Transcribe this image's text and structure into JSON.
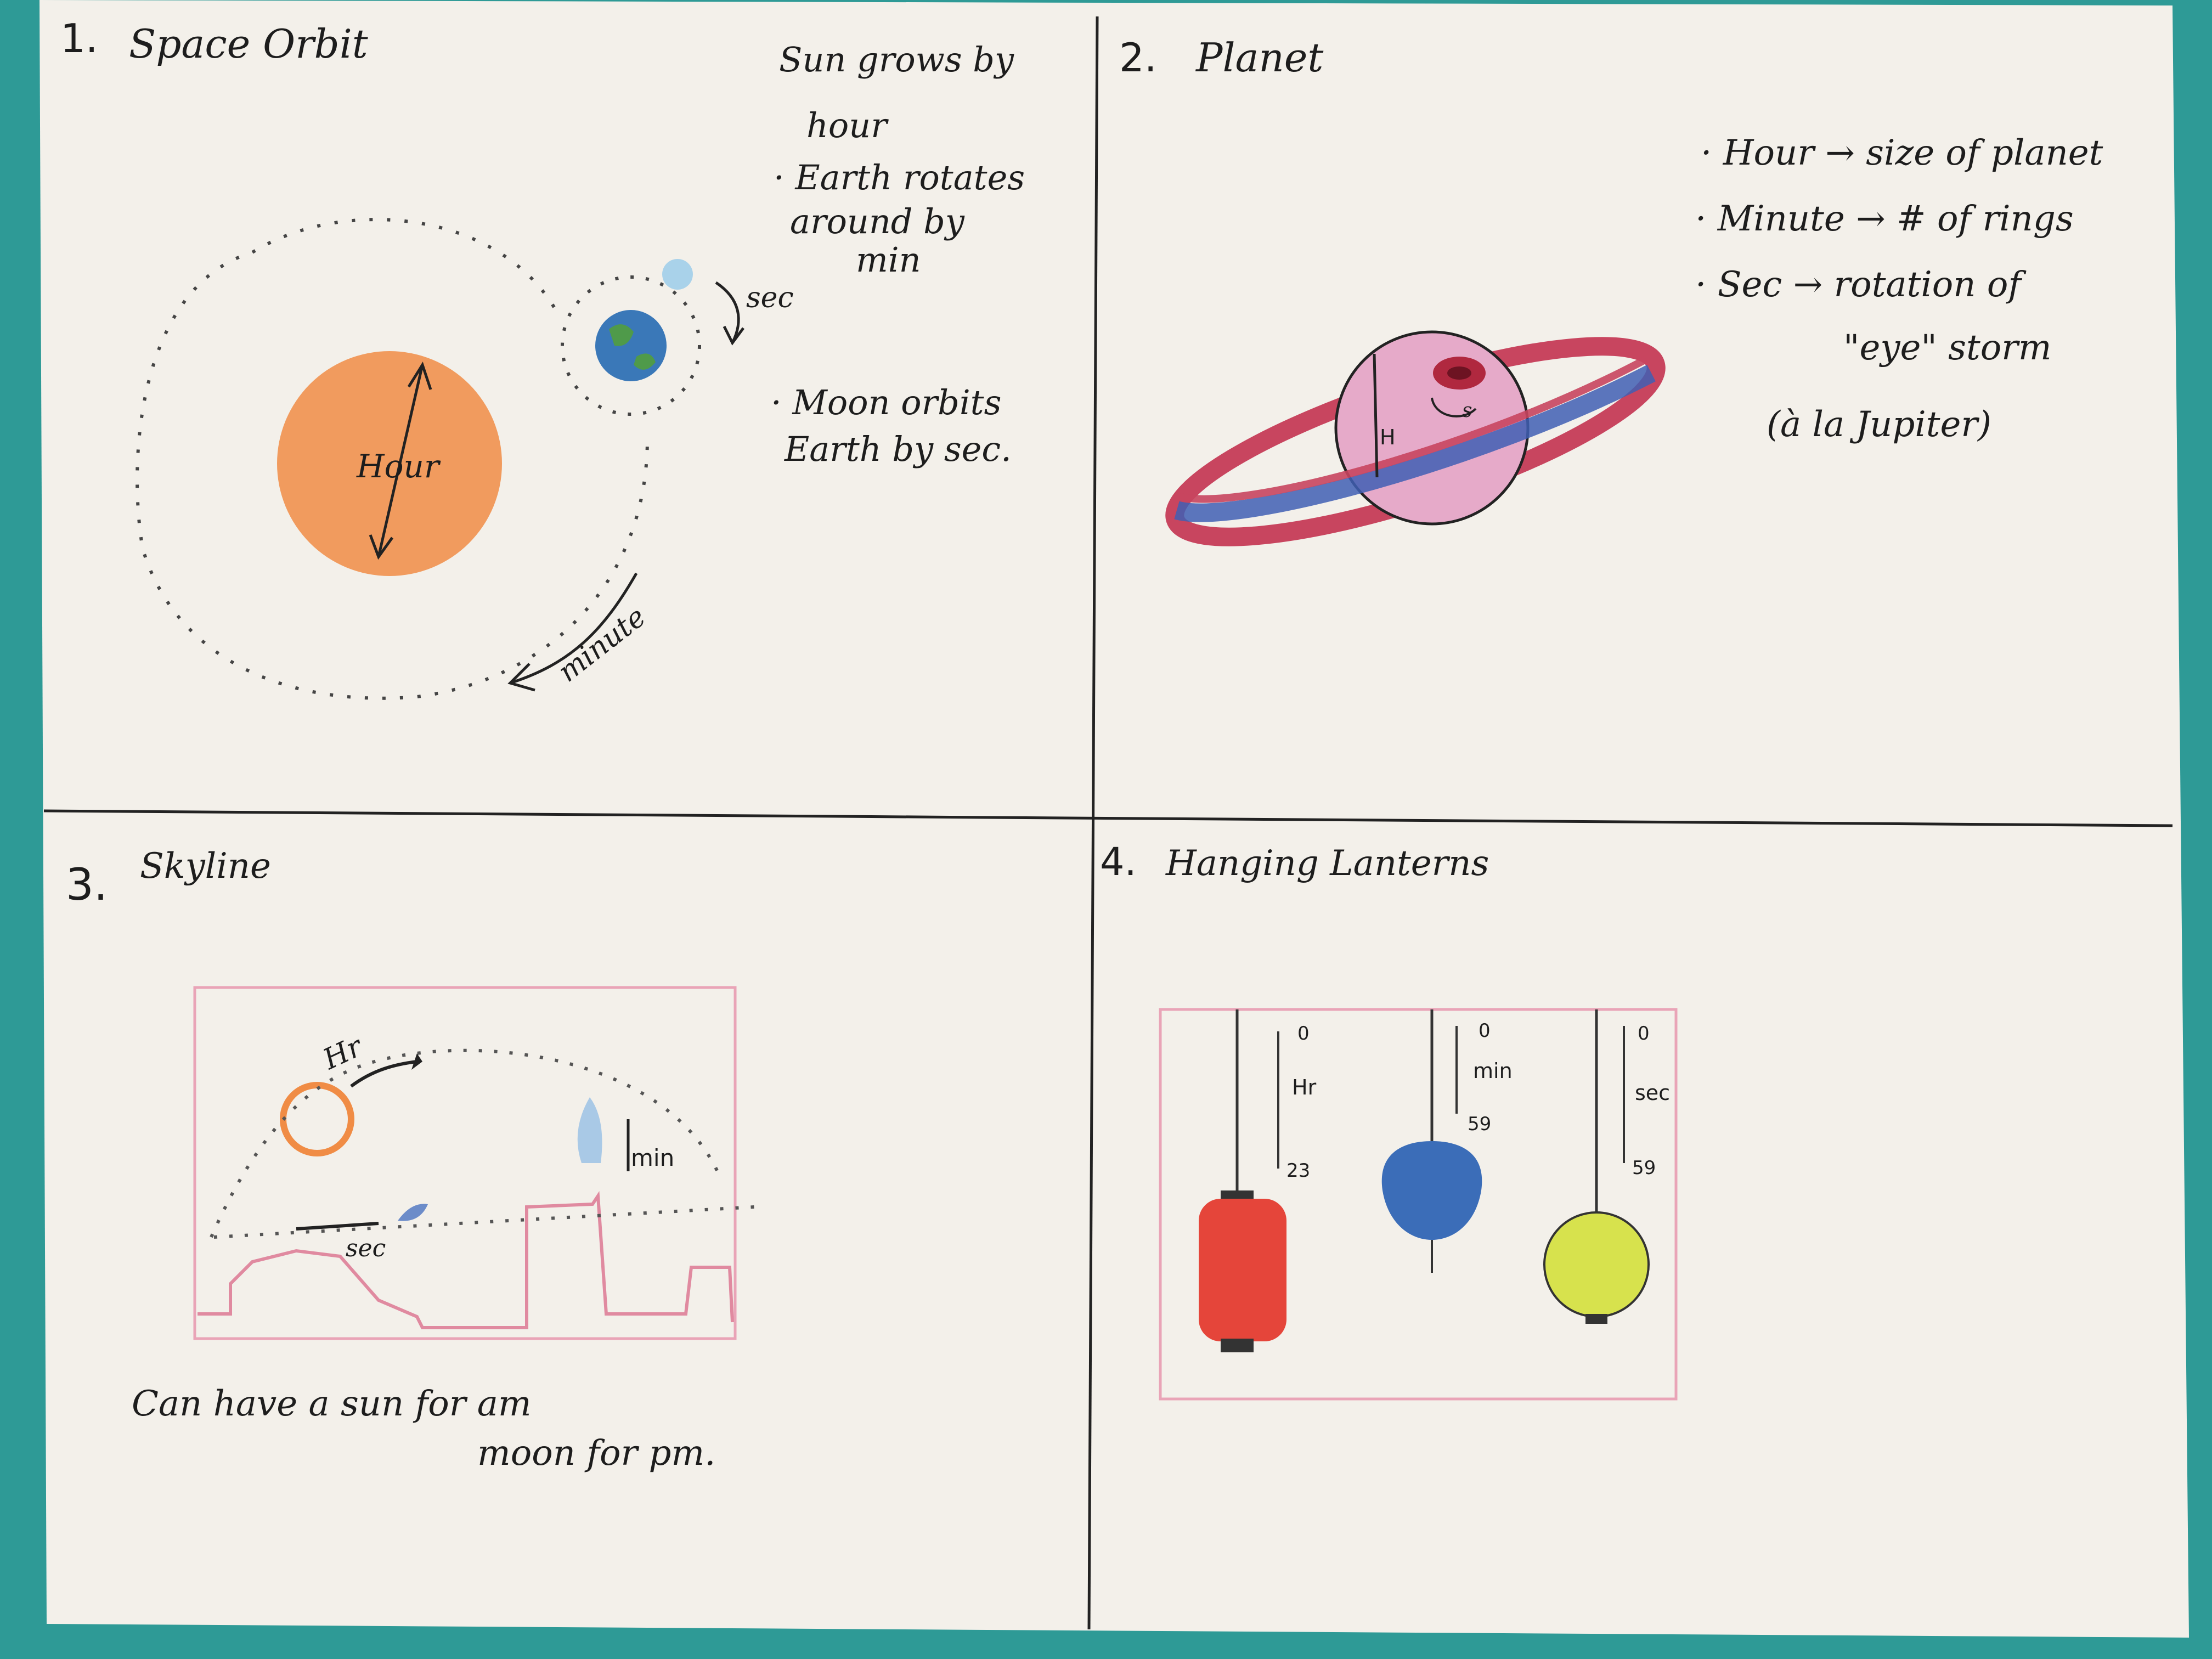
{
  "colors": {
    "background": "#2e9a96",
    "paper": "#f3f0ea",
    "sun": "#f08c45",
    "earth": "#3a78b8",
    "planet": "#e6aac9",
    "ring": "#c8455f",
    "lantern_red": "#e5453a",
    "lantern_blue": "#3b6db8",
    "lantern_yellow": "#d7e24d",
    "frame_pink": "#e9a4b7"
  },
  "panels": [
    {
      "number": "1.",
      "title": "Space Orbit",
      "notes": [
        "Sun grows by",
        "hour",
        "· Earth rotates",
        "around by",
        "min",
        "· Moon orbits",
        "Earth by sec."
      ],
      "labels": {
        "sun": "Hour",
        "moon_arrow": "sec",
        "orbit_arrow": "minute"
      }
    },
    {
      "number": "2.",
      "title": "Planet",
      "notes": [
        "· Hour → size of planet",
        "· Minute → # of rings",
        "· Sec → rotation of",
        "\"eye\" storm",
        "(à la Jupiter)"
      ],
      "labels": {
        "height": "H",
        "storm": "s"
      }
    },
    {
      "number": "3.",
      "title": "Skyline",
      "labels": {
        "hour": "Hr",
        "minute": "min",
        "second": "sec"
      },
      "caption": [
        "Can have a sun for am",
        "moon for pm."
      ]
    },
    {
      "number": "4.",
      "title": "Hanging Lanterns",
      "scales": [
        {
          "top": "0",
          "unit": "Hr",
          "bottom": "23"
        },
        {
          "top": "0",
          "unit": "min",
          "bottom": "59"
        },
        {
          "top": "0",
          "unit": "sec",
          "bottom": "59"
        }
      ]
    }
  ]
}
